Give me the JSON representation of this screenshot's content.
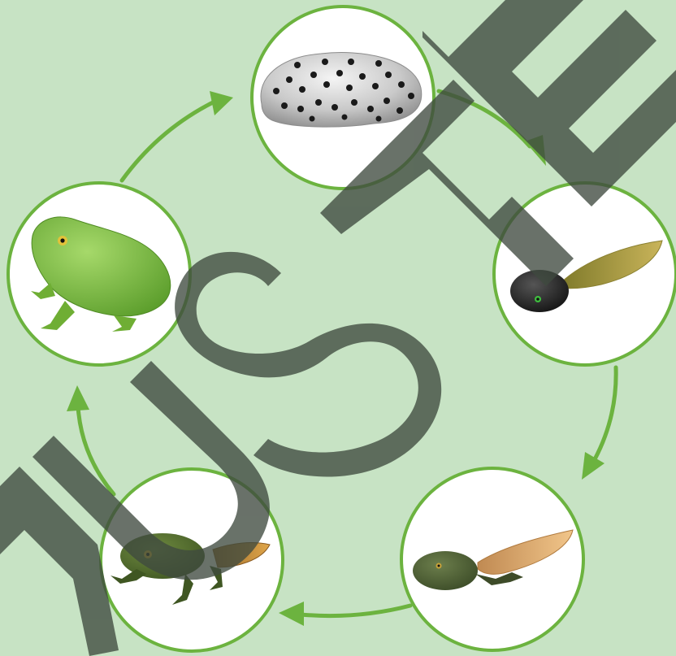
{
  "diagram": {
    "type": "life-cycle",
    "stages": [
      {
        "id": "egg-mass",
        "icon": "frog-spawn-egg-mass-icon"
      },
      {
        "id": "tadpole",
        "icon": "tadpole-icon"
      },
      {
        "id": "tadpole-with-legs",
        "icon": "tadpole-with-hind-legs-icon"
      },
      {
        "id": "froglet",
        "icon": "froglet-with-tail-icon"
      },
      {
        "id": "adult-frog",
        "icon": "adult-frog-icon"
      }
    ],
    "cycle_direction": "clockwise"
  },
  "watermark": {
    "text": "MUSTER"
  },
  "colors": {
    "background": "#c7e3c4",
    "accent_green": "#6cb33f",
    "circle_fill": "#ffffff",
    "watermark": "#3f4a3f"
  }
}
